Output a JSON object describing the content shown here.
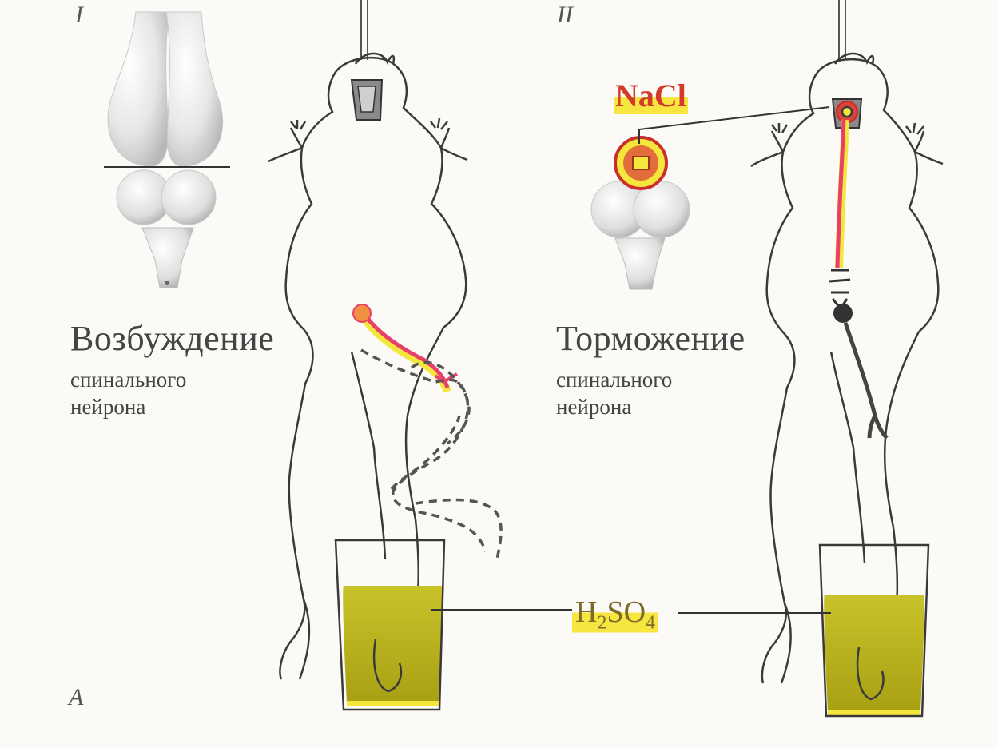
{
  "labels": {
    "panel_1": "I",
    "panel_2": "II",
    "corner": "A",
    "left_title": "Возбуждение",
    "left_sub1": "спинального",
    "left_sub2": "нейрона",
    "right_title": "Торможение",
    "right_sub1": "спинального",
    "right_sub2": "нейрона",
    "nacl": "NaCl",
    "acid_h": "H",
    "acid_sub1": "2",
    "acid_so": "SO",
    "acid_sub2": "4"
  },
  "colors": {
    "outline": "#3a3a3a",
    "excitation_path": "#e8406a",
    "highlight": "#f5e63c",
    "acid_liquid": "#b7b21a",
    "brain_grey": "#e2e2e2",
    "inhibition_path": "#444444"
  }
}
